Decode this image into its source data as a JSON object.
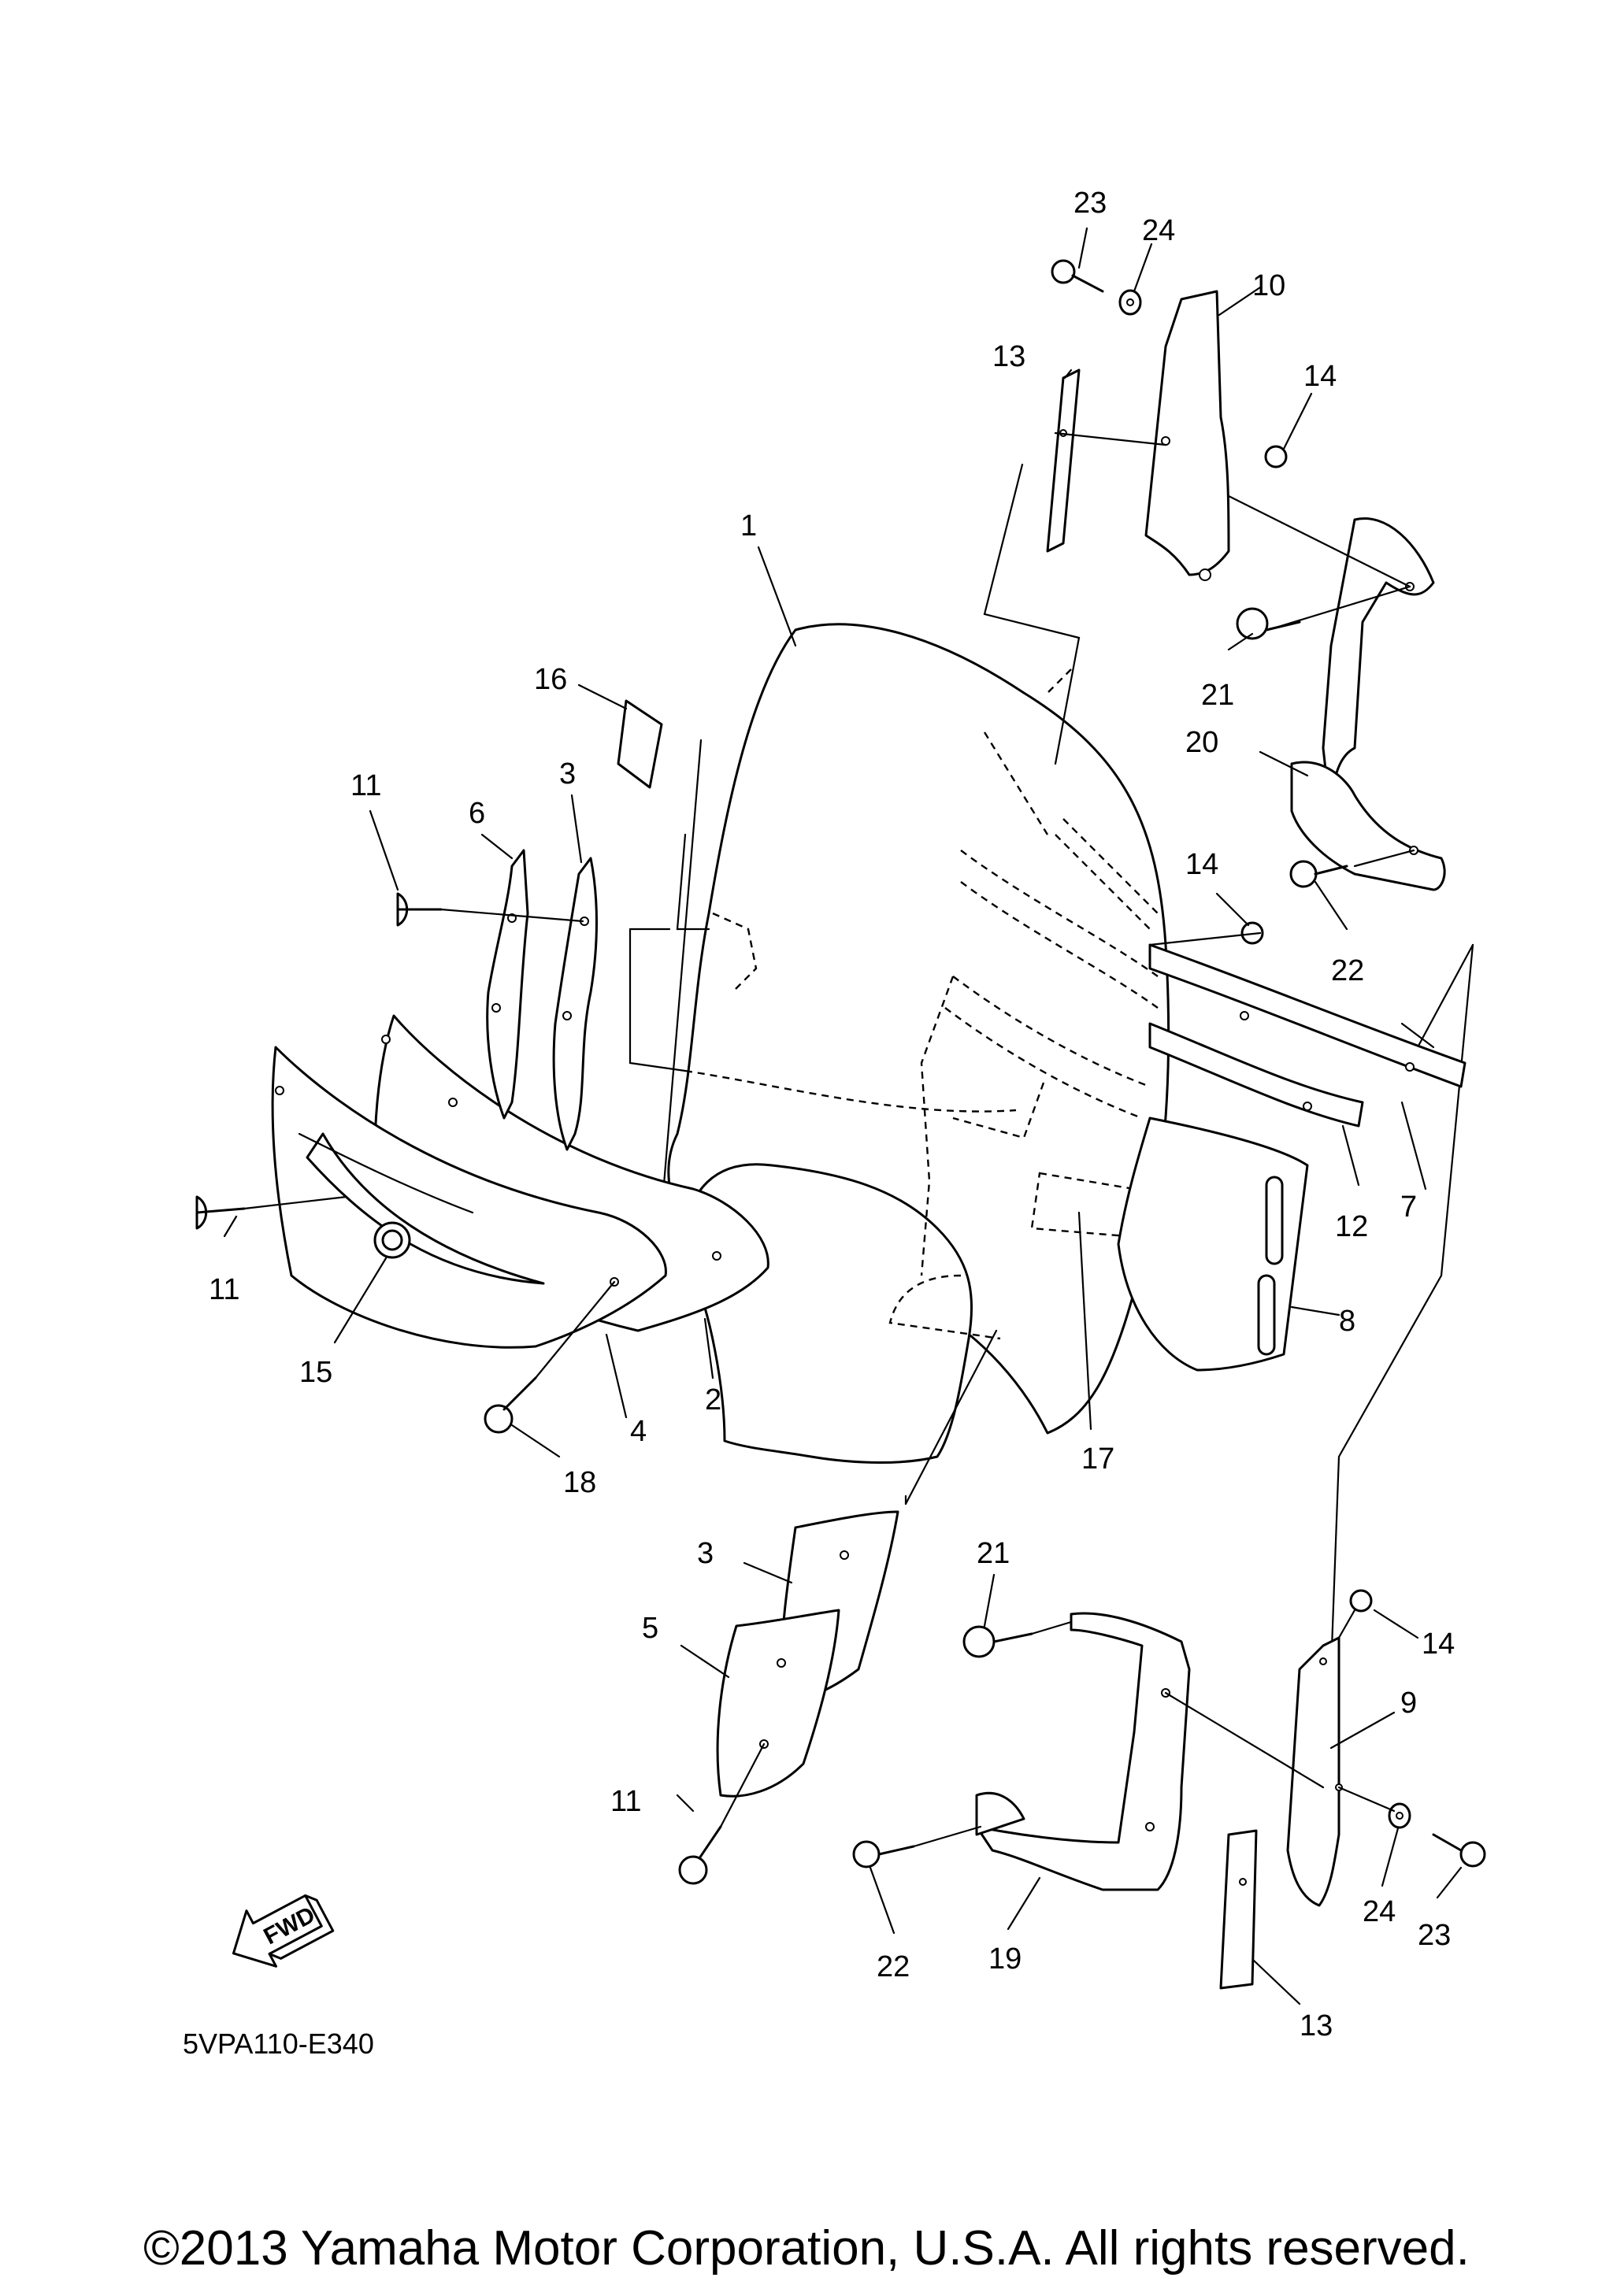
{
  "diagram_code": "5VPA110-E340",
  "copyright": "©2013 Yamaha Motor Corporation, U.S.A. All rights reserved.",
  "fwd_label": "FWD",
  "callouts": [
    "1",
    "2",
    "3",
    "3",
    "4",
    "5",
    "6",
    "7",
    "8",
    "9",
    "10",
    "11",
    "11",
    "11",
    "12",
    "13",
    "13",
    "14",
    "14",
    "14",
    "15",
    "16",
    "17",
    "18",
    "19",
    "20",
    "21",
    "21",
    "22",
    "22",
    "23",
    "23",
    "24",
    "24"
  ]
}
